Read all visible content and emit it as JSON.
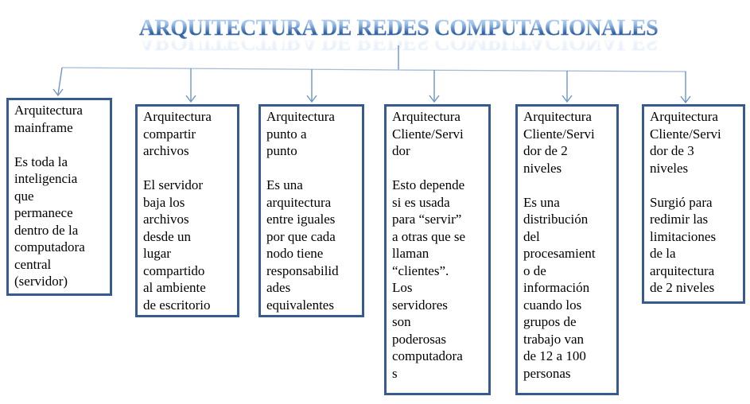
{
  "title": {
    "text": "ARQUITECTURA DE REDES COMPUTACIONALES"
  },
  "boxes": [
    {
      "id": "mainframe",
      "heading": "Arquitectura\nmainframe",
      "body": "Es toda la\ninteligencia\nque\npermanece\ndentro de la\ncomputadora\ncentral\n(servidor)"
    },
    {
      "id": "compartir-archivos",
      "heading": "Arquitectura\ncompartir\narchivos",
      "body": "El servidor\nbaja los\narchivos\ndesde un\nlugar\ncompartido\nal ambiente\nde escritorio"
    },
    {
      "id": "punto-a-punto",
      "heading": "Arquitectura\npunto a\npunto",
      "body": "Es una\narquitectura\nentre iguales\npor que cada\nnodo tiene\nresponsabilid\nades\nequivalentes"
    },
    {
      "id": "cliente-servidor",
      "heading": "Arquitectura\nCliente/Servi\ndor",
      "body": "Esto depende\nsi es usada\npara “servir”\na otras que se\nllaman\n“clientes”.\nLos\nservidores\nson\npoderosas\ncomputadora\ns"
    },
    {
      "id": "cliente-servidor-2-niveles",
      "heading": "Arquitectura\nCliente/Servi\ndor de 2\nniveles",
      "body": "Es una\ndistribución\ndel\nprocesamient\no de\ninformación\ncuando los\ngrupos de\ntrabajo van\nde 12 a 100\npersonas"
    },
    {
      "id": "cliente-servidor-3-niveles",
      "heading": "Arquitectura\nCliente/Servi\ndor de 3\nniveles",
      "body": "Surgió para\nredimir las\nlimitaciones\nde la\narquitectura\nde 2 niveles"
    }
  ],
  "colors": {
    "background": "#ffffff",
    "box_border": "#365b92",
    "text": "#000000",
    "connector_arrow": "#6e95c5",
    "connector_rail": "#a3bcda",
    "title_gradient_top": "#b9d2ee",
    "title_gradient_bottom": "#2f5f9e"
  }
}
